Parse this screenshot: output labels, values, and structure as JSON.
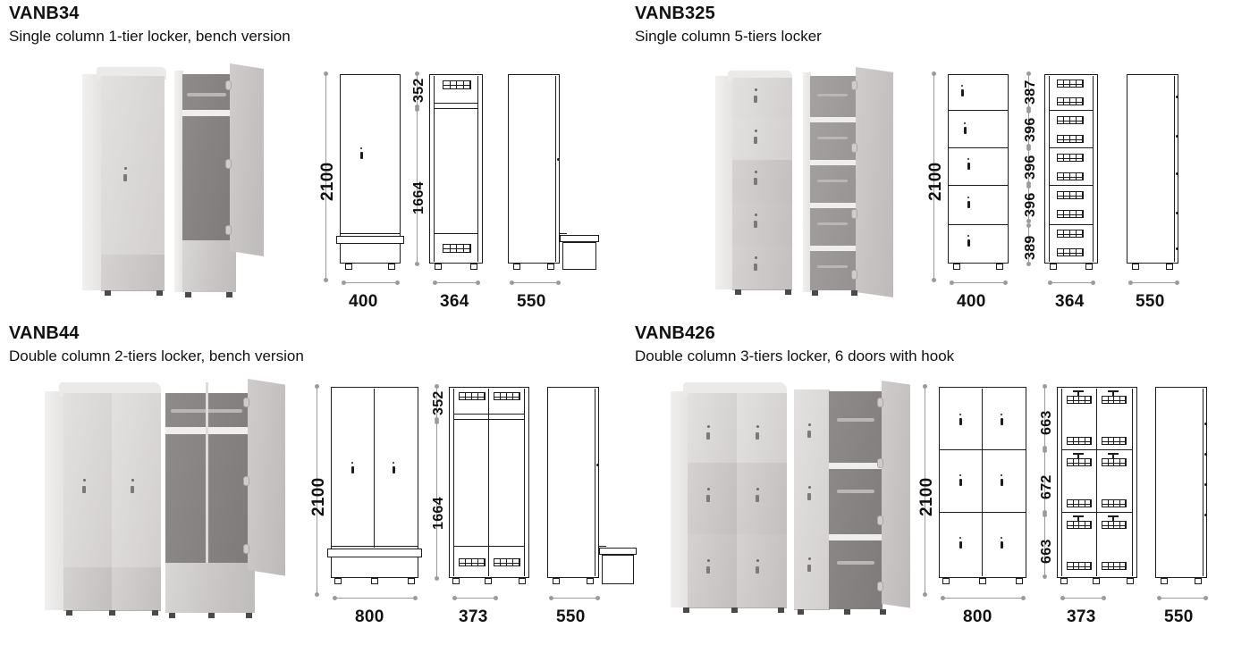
{
  "page": {
    "background": "#ffffff",
    "accent_text": "#111111",
    "dimension_line_color": "#9b9b9b",
    "drawing_line_color": "#1d1d1d"
  },
  "products": [
    {
      "code": "VANB34",
      "description": "Single column 1-tier locker, bench version",
      "views": [
        {
          "name": "front",
          "width_label": "400"
        },
        {
          "name": "front-open",
          "width_label": "364"
        },
        {
          "name": "side",
          "width_label": "550"
        }
      ],
      "height_label": "2100",
      "tier_labels": [
        "352",
        "1664"
      ],
      "columns": 1,
      "tiers": 1,
      "bench": true
    },
    {
      "code": "VANB325",
      "description": "Single column 5-tiers locker",
      "views": [
        {
          "name": "front",
          "width_label": "400"
        },
        {
          "name": "front-open",
          "width_label": "364"
        },
        {
          "name": "side",
          "width_label": "550"
        }
      ],
      "height_label": "2100",
      "tier_labels": [
        "387",
        "396",
        "396",
        "396",
        "389"
      ],
      "columns": 1,
      "tiers": 5,
      "bench": false
    },
    {
      "code": "VANB44",
      "description": "Double column 2-tiers locker, bench version",
      "views": [
        {
          "name": "front",
          "width_label": "800"
        },
        {
          "name": "front-open",
          "width_label": "373"
        },
        {
          "name": "side",
          "width_label": "550"
        }
      ],
      "height_label": "2100",
      "tier_labels": [
        "352",
        "1664"
      ],
      "columns": 2,
      "tiers": 2,
      "bench": true
    },
    {
      "code": "VANB426",
      "description": "Double column 3-tiers locker, 6 doors with hook",
      "views": [
        {
          "name": "front",
          "width_label": "800"
        },
        {
          "name": "front-open",
          "width_label": "373"
        },
        {
          "name": "side",
          "width_label": "550"
        }
      ],
      "height_label": "2100",
      "tier_labels": [
        "663",
        "672",
        "663"
      ],
      "columns": 2,
      "tiers": 3,
      "bench": false
    }
  ]
}
